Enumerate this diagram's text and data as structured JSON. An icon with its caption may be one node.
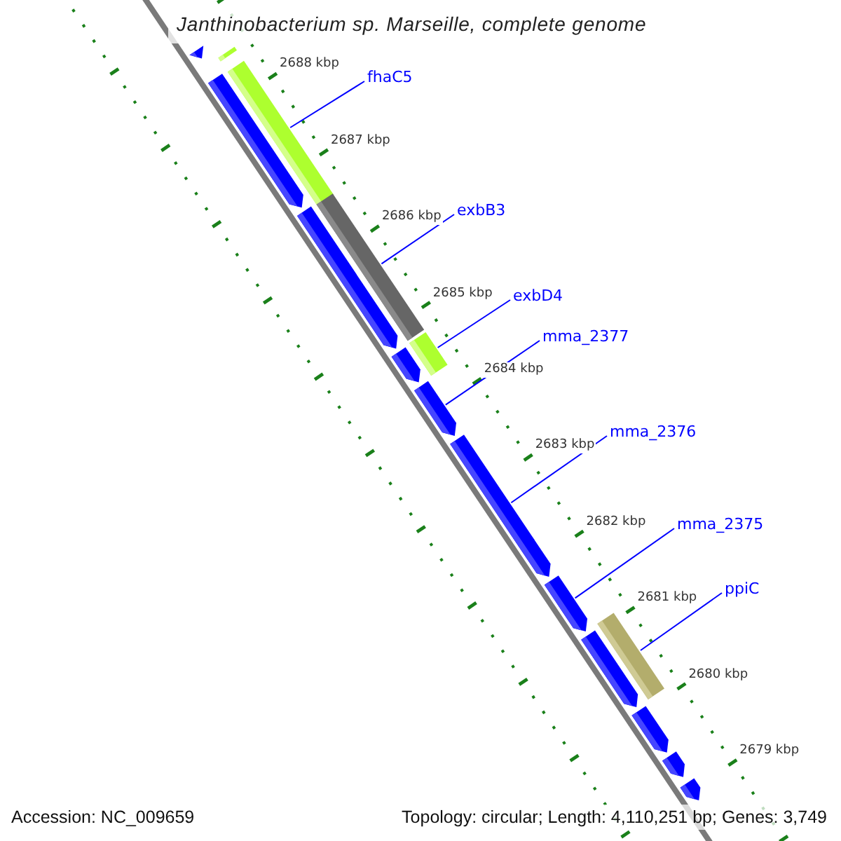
{
  "diagram": {
    "title": "Janthinobacterium sp. Marseille, complete genome",
    "nodes": [
      {
        "text": [
          "fhaC5"
        ]
      },
      {
        "text": [
          "exbB3"
        ]
      },
      {
        "text": [
          "exbD4"
        ]
      },
      {
        "text": [
          "mma_2377"
        ]
      },
      {
        "text": [
          "mma_2376"
        ]
      },
      {
        "text": [
          "mma_2375"
        ]
      },
      {
        "text": [
          "ppiC"
        ]
      },
      {
        "text": [],
        "shape": "pentagon"
      },
      {
        "text": [],
        "shape": "bar"
      },
      {
        "text": [],
        "shape": "pentagon"
      },
      {
        "text": [],
        "shape": "bar"
      },
      {
        "text": [],
        "shape": "pentagon"
      },
      {
        "text": [],
        "shape": "bar"
      },
      {
        "text": [],
        "shape": "pentagon"
      },
      {
        "text": [],
        "shape": "bar"
      },
      {
        "text": [],
        "shape": "pentagon"
      },
      {
        "text": [],
        "shape": "pentagon"
      },
      {
        "text": [],
        "shape": "pentagon"
      },
      {
        "text": [],
        "shape": "bar"
      },
      {
        "text": [],
        "shape": "pentagon"
      },
      {
        "text": [],
        "shape": "pentagon"
      },
      {
        "text": [],
        "shape": "pentagon"
      },
      {
        "text": [],
        "shape": "pentagon"
      }
    ],
    "edges": [
      {
        "from": 0,
        "to": 10,
        "arrow": "none"
      },
      {
        "from": 1,
        "to": 12,
        "arrow": "none"
      },
      {
        "from": 2,
        "to": 14,
        "arrow": "none"
      },
      {
        "from": 3,
        "to": 15,
        "arrow": "none"
      },
      {
        "from": 4,
        "to": 16,
        "arrow": "none"
      },
      {
        "from": 5,
        "to": 17,
        "arrow": "none"
      },
      {
        "from": 6,
        "to": 18,
        "arrow": "none"
      }
    ],
    "labels": [
      "2688 kbp",
      "2687 kbp",
      "2686 kbp",
      "2685 kbp",
      "2684 kbp",
      "2683 kbp",
      "2682 kbp",
      "2681 kbp",
      "2680 kbp",
      "2679 kbp",
      "Accession: NC_009659",
      "Topology: circular; Length: 4,110,251 bp; Genes: 3,749"
    ]
  }
}
